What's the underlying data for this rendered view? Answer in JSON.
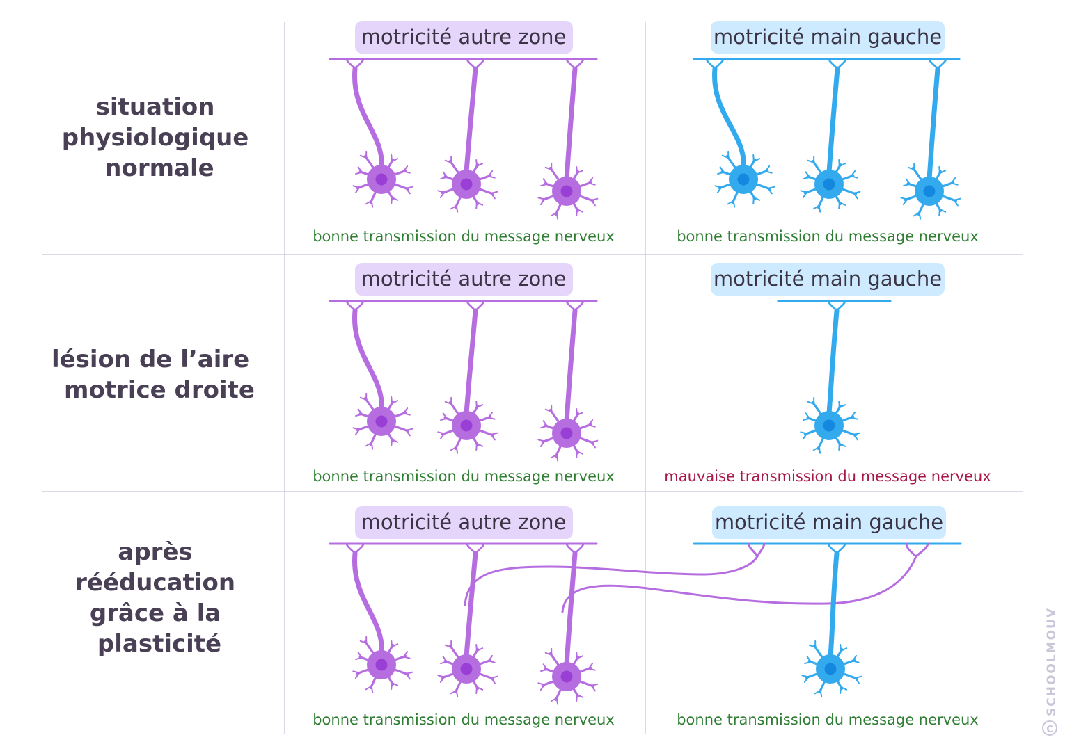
{
  "colors": {
    "purple": "#b56de0",
    "purple_nucleus": "#9a3fd6",
    "purple_pill": "#e5d5fb",
    "blue": "#33aaee",
    "blue_nucleus": "#1487de",
    "blue_pill": "#cdeaff",
    "good": "#2e7d32",
    "bad": "#a8174a",
    "label": "#4a4055",
    "grid": "#cfcbe0"
  },
  "rows": [
    {
      "label": [
        "situation",
        "physiologique",
        "normale"
      ],
      "left": {
        "pill": "motricité autre zone",
        "caption": "bonne transmission du message nerveux",
        "status": "good"
      },
      "right": {
        "pill": "motricité main gauche",
        "caption": "bonne transmission du message nerveux",
        "status": "good"
      }
    },
    {
      "label": [
        "lésion de l’aire",
        "motrice droite"
      ],
      "left": {
        "pill": "motricité autre zone",
        "caption": "bonne transmission du message nerveux",
        "status": "good"
      },
      "right": {
        "pill": "motricité main gauche",
        "caption": "mauvaise transmission du message nerveux",
        "status": "bad"
      }
    },
    {
      "label": [
        "après",
        "rééducation",
        "grâce à la",
        "plasticité"
      ],
      "left": {
        "pill": "motricité autre zone",
        "caption": "bonne transmission du message nerveux",
        "status": "good"
      },
      "right": {
        "pill": "motricité main gauche",
        "caption": "bonne transmission du message nerveux",
        "status": "good"
      }
    }
  ],
  "watermark": "SCHOOLMOUV"
}
